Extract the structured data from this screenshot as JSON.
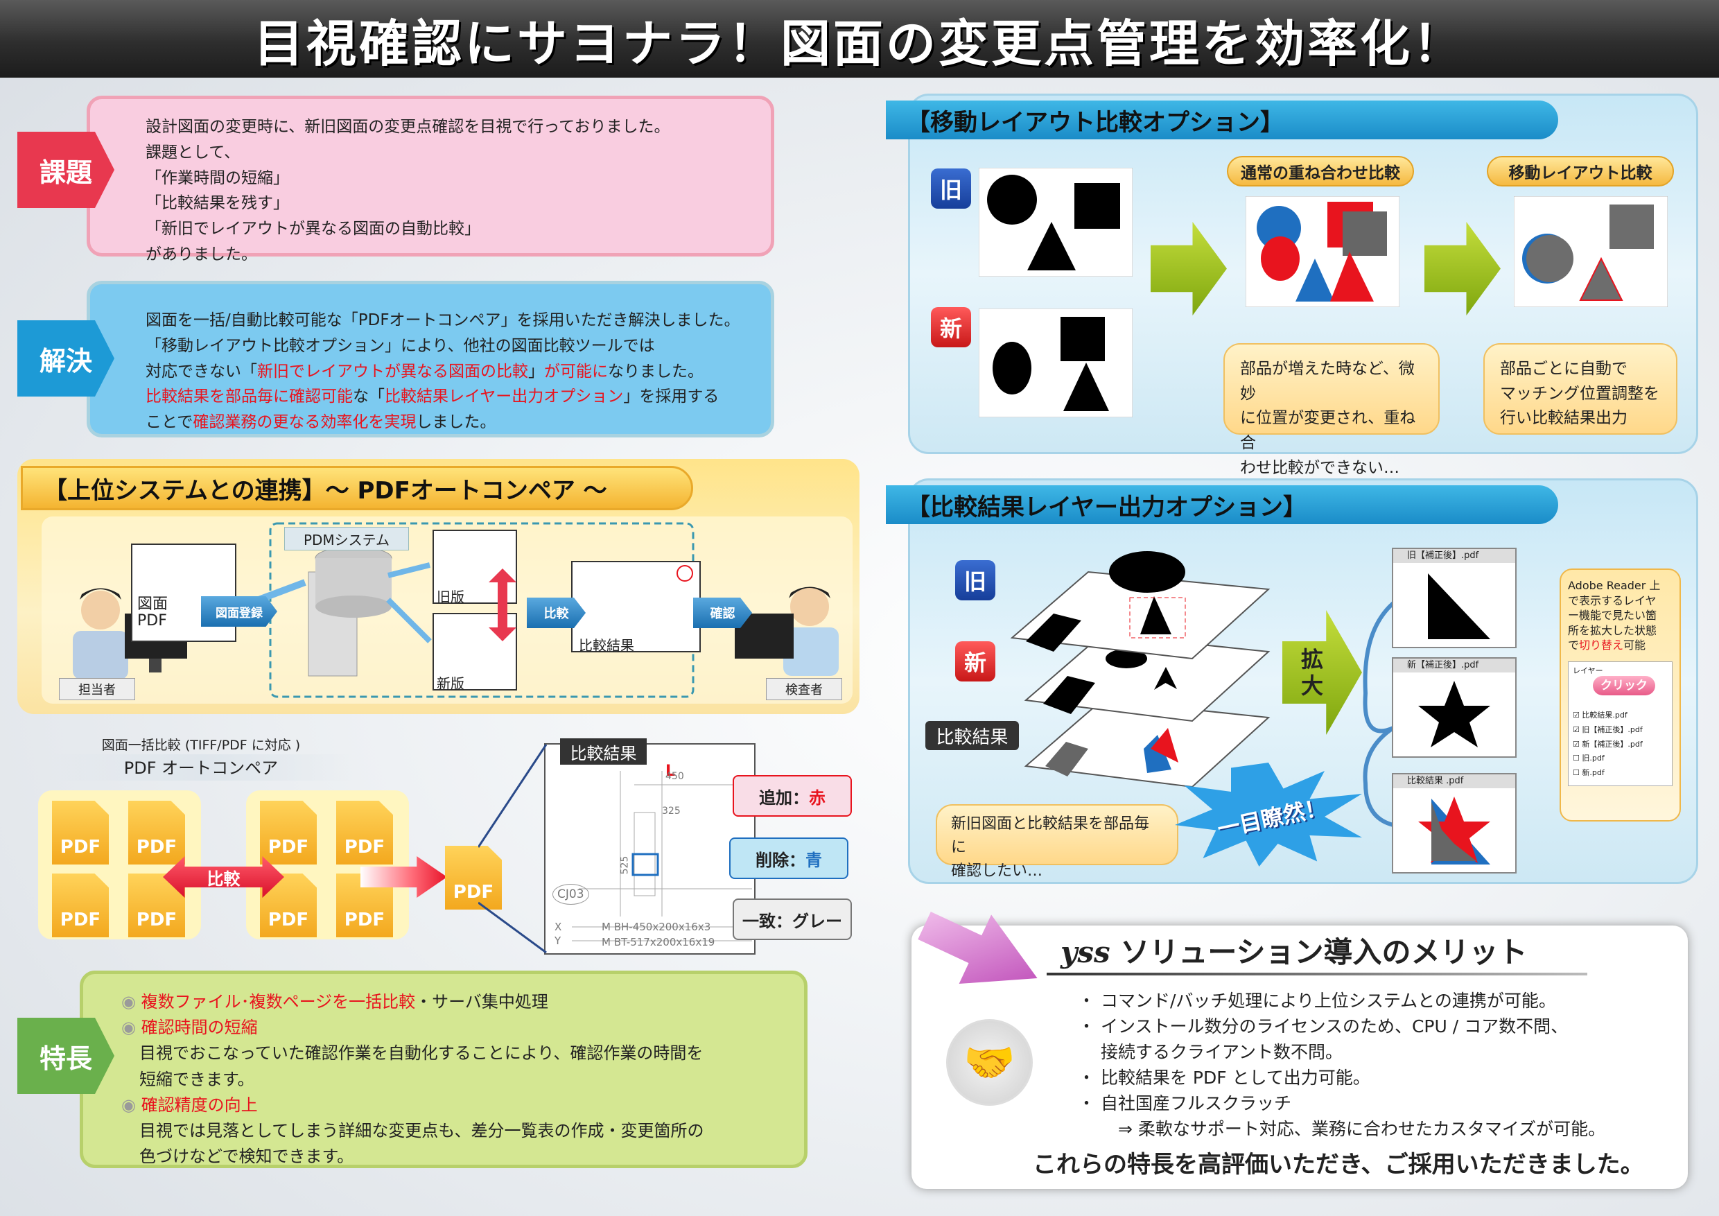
{
  "header": {
    "title": "目視確認にサヨナラ！図面の変更点管理を効率化！"
  },
  "kadai": {
    "tag": "課題",
    "lines": [
      "設計図面の変更時に、新旧図面の変更点確認を目視で行っておりました。",
      "課題として、",
      "「作業時間の短縮」",
      "「比較結果を残す」",
      "「新旧でレイアウトが異なる図面の自動比較」",
      "がありました。"
    ]
  },
  "kaiketsu": {
    "tag": "解決",
    "l1": "図面を一括/自動比較可能な「PDFオートコンペア」を採用いただき解決しました。",
    "l2": "「移動レイアウト比較オプション」により、他社の図面比較ツールでは",
    "l3a": "対応できない「",
    "l3b": "新旧でレイアウトが異なる図面の比較",
    "l3c": "」",
    "l3d": "が可能に",
    "l3e": "なりました。",
    "l4a": "比較結果を部品毎に確認可能",
    "l4b": "な「",
    "l4c": "比較結果レイヤー出力オプション",
    "l4d": "」を採用する",
    "l5a": "ことで",
    "l5b": "確認業務の更なる効率化を実現",
    "l5c": "しました。"
  },
  "renkei": {
    "title": "【上位システムとの連携】～ PDFオートコンペア ～",
    "pdm": "PDMシステム",
    "zumen_pdf_1": "図面",
    "zumen_pdf_2": "PDF",
    "touroku": "図面登録",
    "kyuhan": "旧版",
    "shinpan": "新版",
    "hikaku": "比較",
    "hikaku_kekka": "比較結果",
    "kakunin": "確認",
    "tantou": "担当者",
    "kensa": "検査者"
  },
  "autocompare": {
    "sub": "図面一括比較 (TIFF/PDF に対応 )",
    "name": "PDF オートコンペア",
    "pdf_label": "PDF",
    "hikaku": "比較",
    "result_label": "比較結果",
    "add_label": "追加：",
    "add_color": "赤",
    "del_label": "削除：",
    "del_color": "青",
    "match_label": "一致：グレー",
    "drawing_texts": [
      "450",
      "325",
      "525",
      "CJ03",
      "X",
      "Y",
      "M",
      "BH-450x200x16x3",
      "BT-517x200x16x19"
    ]
  },
  "tokucho": {
    "tag": "特長",
    "b1a": "複数ファイル･複数ページを一括比較",
    "b1b": "・サーバ集中処理",
    "b2": "確認時間の短縮",
    "b2l1": "目視でおこなっていた確認作業を自動化することにより、確認作業の時間を",
    "b2l2": "短縮できます。",
    "b3": "確認精度の向上",
    "b3l1": "目視では見落としてしまう詳細な変更点も、差分一覧表の作成・変更箇所の",
    "b3l2": "色づけなどで検知できます。"
  },
  "idou": {
    "title": "【移動レイアウト比較オプション】",
    "kyu": "旧",
    "shin": "新",
    "normal": "通常の重ね合わせ比較",
    "moved": "移動レイアウト比較",
    "note1": [
      "部品が増えた時など、微妙",
      "に位置が変更され、重ね合",
      "わせ比較ができない…"
    ],
    "note2": [
      "部品ごとに自動で",
      "マッチング位置調整を",
      "行い比較結果出力"
    ]
  },
  "layer": {
    "title": "【比較結果レイヤー出力オプション】",
    "kyu": "旧",
    "shin": "新",
    "kekka": "比較結果",
    "kakudai1": "拡",
    "kakudai2": "大",
    "win1": "旧【補正後】.pdf",
    "win2": "新【補正後】.pdf",
    "win3": "比較結果 .pdf",
    "note": [
      "新旧図面と比較結果を部品毎に",
      "確認したい…"
    ],
    "burst": "一目瞭然！",
    "adobe": [
      "Adobe Reader 上",
      "で表示するレイヤ",
      "ー機能で見たい箇",
      "所を拡大した状態",
      "で"
    ],
    "adobe_red": "切り替え",
    "adobe_end": "可能",
    "panel_title": "レイヤー",
    "click": "クリック",
    "items": [
      "比較結果.pdf",
      "旧【補正後】.pdf",
      "新【補正後】.pdf",
      "旧.pdf",
      "新.pdf"
    ]
  },
  "merit": {
    "brand": "yss",
    "title": " ソリューション導入のメリット",
    "bullets": [
      "・ コマンド/バッチ処理により上位システムとの連携が可能。",
      "・ インストール数分のライセンスのため、CPU / コア数不問、",
      "　 接続するクライアント数不問。",
      "・ 比較結果を PDF として出力可能。",
      "・ 自社国産フルスクラッチ",
      "　　 ⇒ 柔軟なサポート対応、業務に合わせたカスタマイズが可能。"
    ],
    "closing": "これらの特長を高評価いただき、ご採用いただきました。"
  },
  "colors": {
    "kadai": "#e8384f",
    "kaiketsu": "#1d9ad6",
    "tokucho": "#6ab04c",
    "red": "#e8141e",
    "blue": "#1f6fc0"
  }
}
